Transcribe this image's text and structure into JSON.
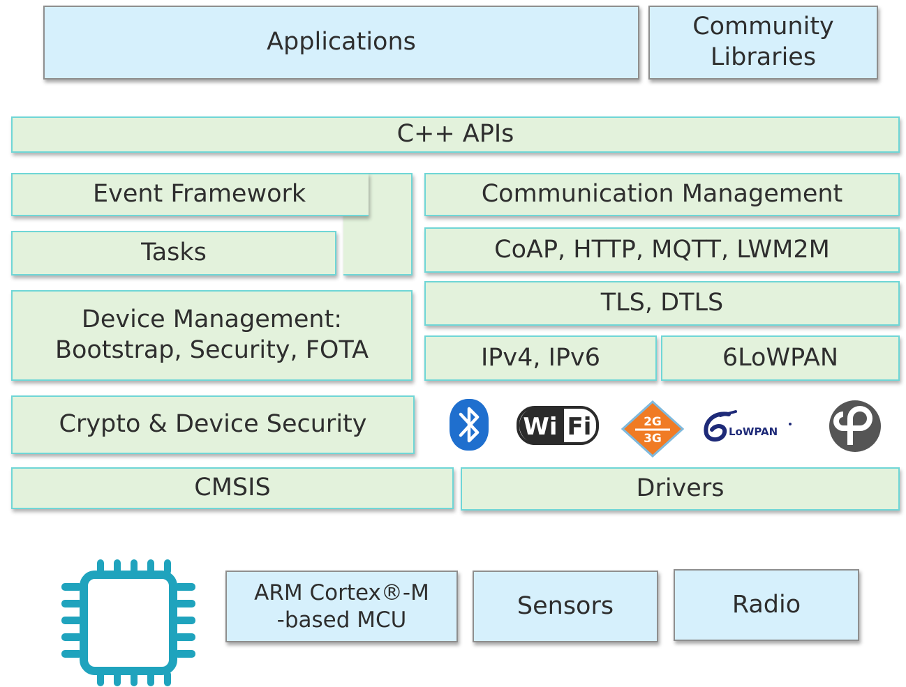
{
  "top": {
    "applications": "Applications",
    "community_line1": "Community",
    "community_line2": "Libraries"
  },
  "middle": {
    "cpp_apis": "C++ APIs",
    "event_framework": "Event Framework",
    "tasks": "Tasks",
    "device_mgmt_line1": "Device Management:",
    "device_mgmt_line2": "Bootstrap, Security, FOTA",
    "crypto": "Crypto & Device Security",
    "cmsis": "CMSIS",
    "comm_mgmt": "Communication Management",
    "protocols": "CoAP, HTTP, MQTT, LWM2M",
    "tls": "TLS, DTLS",
    "ip": "IPv4, IPv6",
    "sixlowpan": "6LoWPAN",
    "drivers": "Drivers"
  },
  "logos": {
    "wifi_text_wi": "Wi",
    "wifi_text_fi": "Fi",
    "cellular_2g": "2G",
    "cellular_3g": "3G",
    "lowpan_text": "LoWPAN"
  },
  "hardware": {
    "mcu_line1": "ARM Cortex®-M",
    "mcu_line2": "-based MCU",
    "sensors": "Sensors",
    "radio": "Radio"
  },
  "colors": {
    "blue_fill": "#d6f0fc",
    "green_fill": "#e3f2dc",
    "green_border": "#6fd6d6",
    "chip": "#1fa3bd",
    "bluetooth": "#1f6fce",
    "cellular": "#f07b24"
  }
}
